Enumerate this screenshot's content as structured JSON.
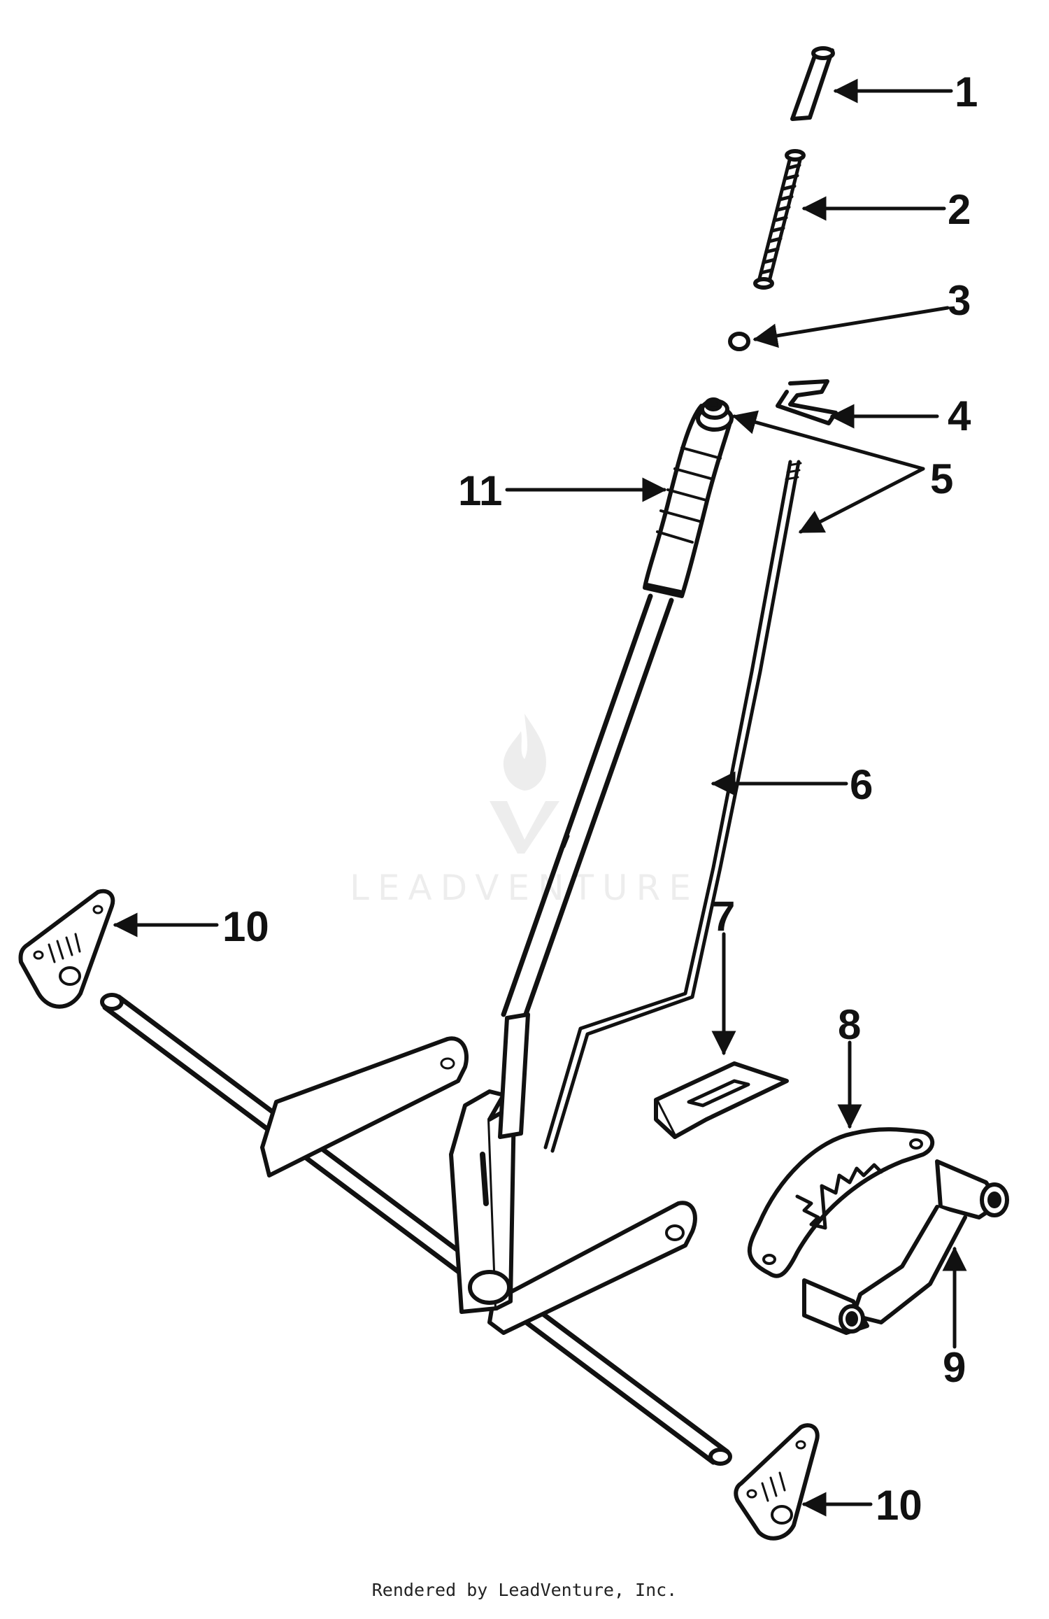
{
  "diagram": {
    "callouts": [
      {
        "id": "1",
        "label": "1"
      },
      {
        "id": "2",
        "label": "2"
      },
      {
        "id": "3",
        "label": "3"
      },
      {
        "id": "4",
        "label": "4"
      },
      {
        "id": "5",
        "label": "5"
      },
      {
        "id": "6",
        "label": "6"
      },
      {
        "id": "7",
        "label": "7"
      },
      {
        "id": "8",
        "label": "8"
      },
      {
        "id": "9",
        "label": "9"
      },
      {
        "id": "10a",
        "label": "10"
      },
      {
        "id": "10b",
        "label": "10"
      },
      {
        "id": "11",
        "label": "11"
      }
    ]
  },
  "watermark": {
    "text": "LEADVENTURE"
  },
  "footer": {
    "text": "Rendered by LeadVenture, Inc."
  },
  "colors": {
    "ink": "#111111",
    "background": "#ffffff"
  }
}
